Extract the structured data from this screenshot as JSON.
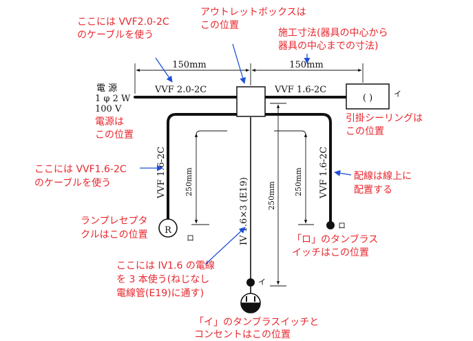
{
  "notes": {
    "vvf20_line1": "ここには VVF2.0-2C",
    "vvf20_line2": "のケーブルを使う",
    "outlet_box_line1": "アウトレットボックスは",
    "outlet_box_line2": "この位置",
    "dimension_line1": "施工寸法(器具の中心から",
    "dimension_line2": "器具の中心までの寸法)",
    "power_line1": "電源は",
    "power_line2": "この位置",
    "ceiling_line1": "引掛シーリングは",
    "ceiling_line2": "この位置",
    "vvf16_line1": "ここには VVF1.6-2C",
    "vvf16_line2": "のケーブルを使う",
    "wiring_line1": "配線は線上に",
    "wiring_line2": "配置する",
    "lamp_line1": "ランプレセプタ",
    "lamp_line2": "クルはこの位置",
    "ro_switch_line1": "「ロ」のタンブラス",
    "ro_switch_line2": "イッチはこの位置",
    "iv_line1": "ここには IV1.6 の電線",
    "iv_line2": "を 3 本使う(ねじなし",
    "iv_line3": "電線管(E19)に通す)",
    "i_switch_line1": "「イ」のタンブラスイッチと",
    "i_switch_line2": "コンセントはこの位置"
  },
  "labels": {
    "power_title": "電 源",
    "power_phase": "1 φ 2 W",
    "power_voltage": "100 V",
    "cable_top_left": "VVF 2.0-2C",
    "cable_top_right": "VVF 1.6-2C",
    "cable_left_vertical": "VVF 1.6-2C",
    "cable_right_vertical": "VVF 1.6-2C",
    "conduit_center": "IV 1.6×3 (E19)",
    "dim_top_left": "150mm",
    "dim_top_right": "150mm",
    "dim_left_vertical": "250mm",
    "dim_right_vertical": "250mm",
    "dim_center_vertical": "250mm",
    "ceiling_symbol": "( )",
    "ceiling_tag": "イ",
    "lamp_symbol": "R",
    "lamp_tag": "ロ",
    "ro_switch_tag": "ロ",
    "i_switch_tag": "イ"
  },
  "colors": {
    "annotation": "#e8262d",
    "pointer": "#1e4fd8",
    "line": "#111111"
  }
}
